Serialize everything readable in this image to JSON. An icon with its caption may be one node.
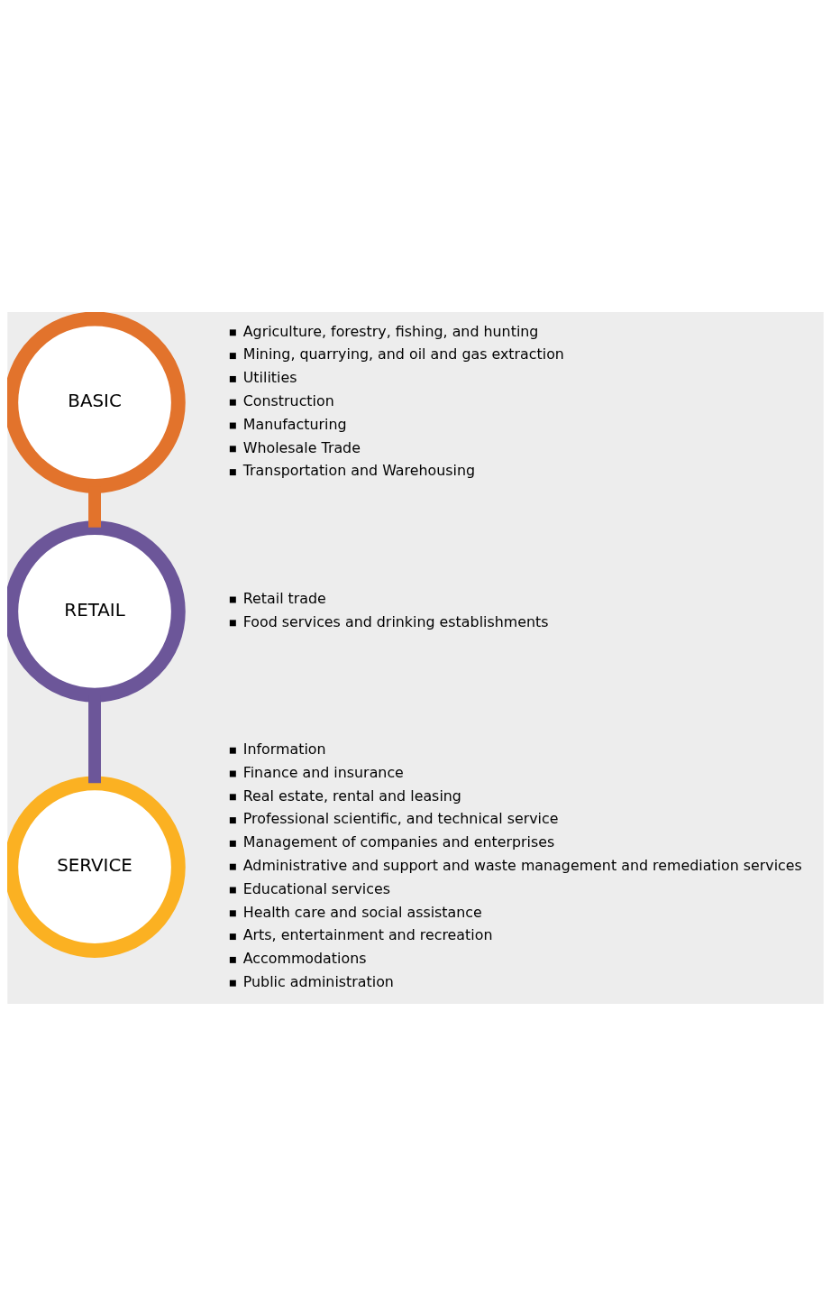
{
  "diagram": {
    "nodes": [
      {
        "text": [
          "BASIC"
        ],
        "beside": [
          "Agriculture, forestry, fishing, and hunting",
          "Mining, quarrying, and oil and gas extraction",
          "Utilities",
          "Construction",
          "Manufacturing",
          "Wholesale Trade",
          "Transportation and Warehousing"
        ]
      },
      {
        "text": [
          "RETAIL"
        ],
        "beside": [
          "Retail trade",
          "Food services and drinking establishments"
        ]
      },
      {
        "text": [
          "SERVICE"
        ],
        "beside": [
          "Information",
          "Finance and insurance",
          "Real estate, rental and leasing",
          "Professional scientific, and technical service",
          "Management of companies and enterprises",
          "Administrative and support and waste management and remediation services",
          "Educational services",
          "Health care and social assistance",
          "Arts, entertainment and recreation",
          "Accommodations",
          "Public administration"
        ]
      }
    ],
    "edges": [
      {
        "from": 0,
        "to": 1,
        "arrow": "none",
        "color": "#e2732c"
      },
      {
        "from": 1,
        "to": 2,
        "arrow": "none",
        "color": "#6c5699"
      }
    ]
  }
}
